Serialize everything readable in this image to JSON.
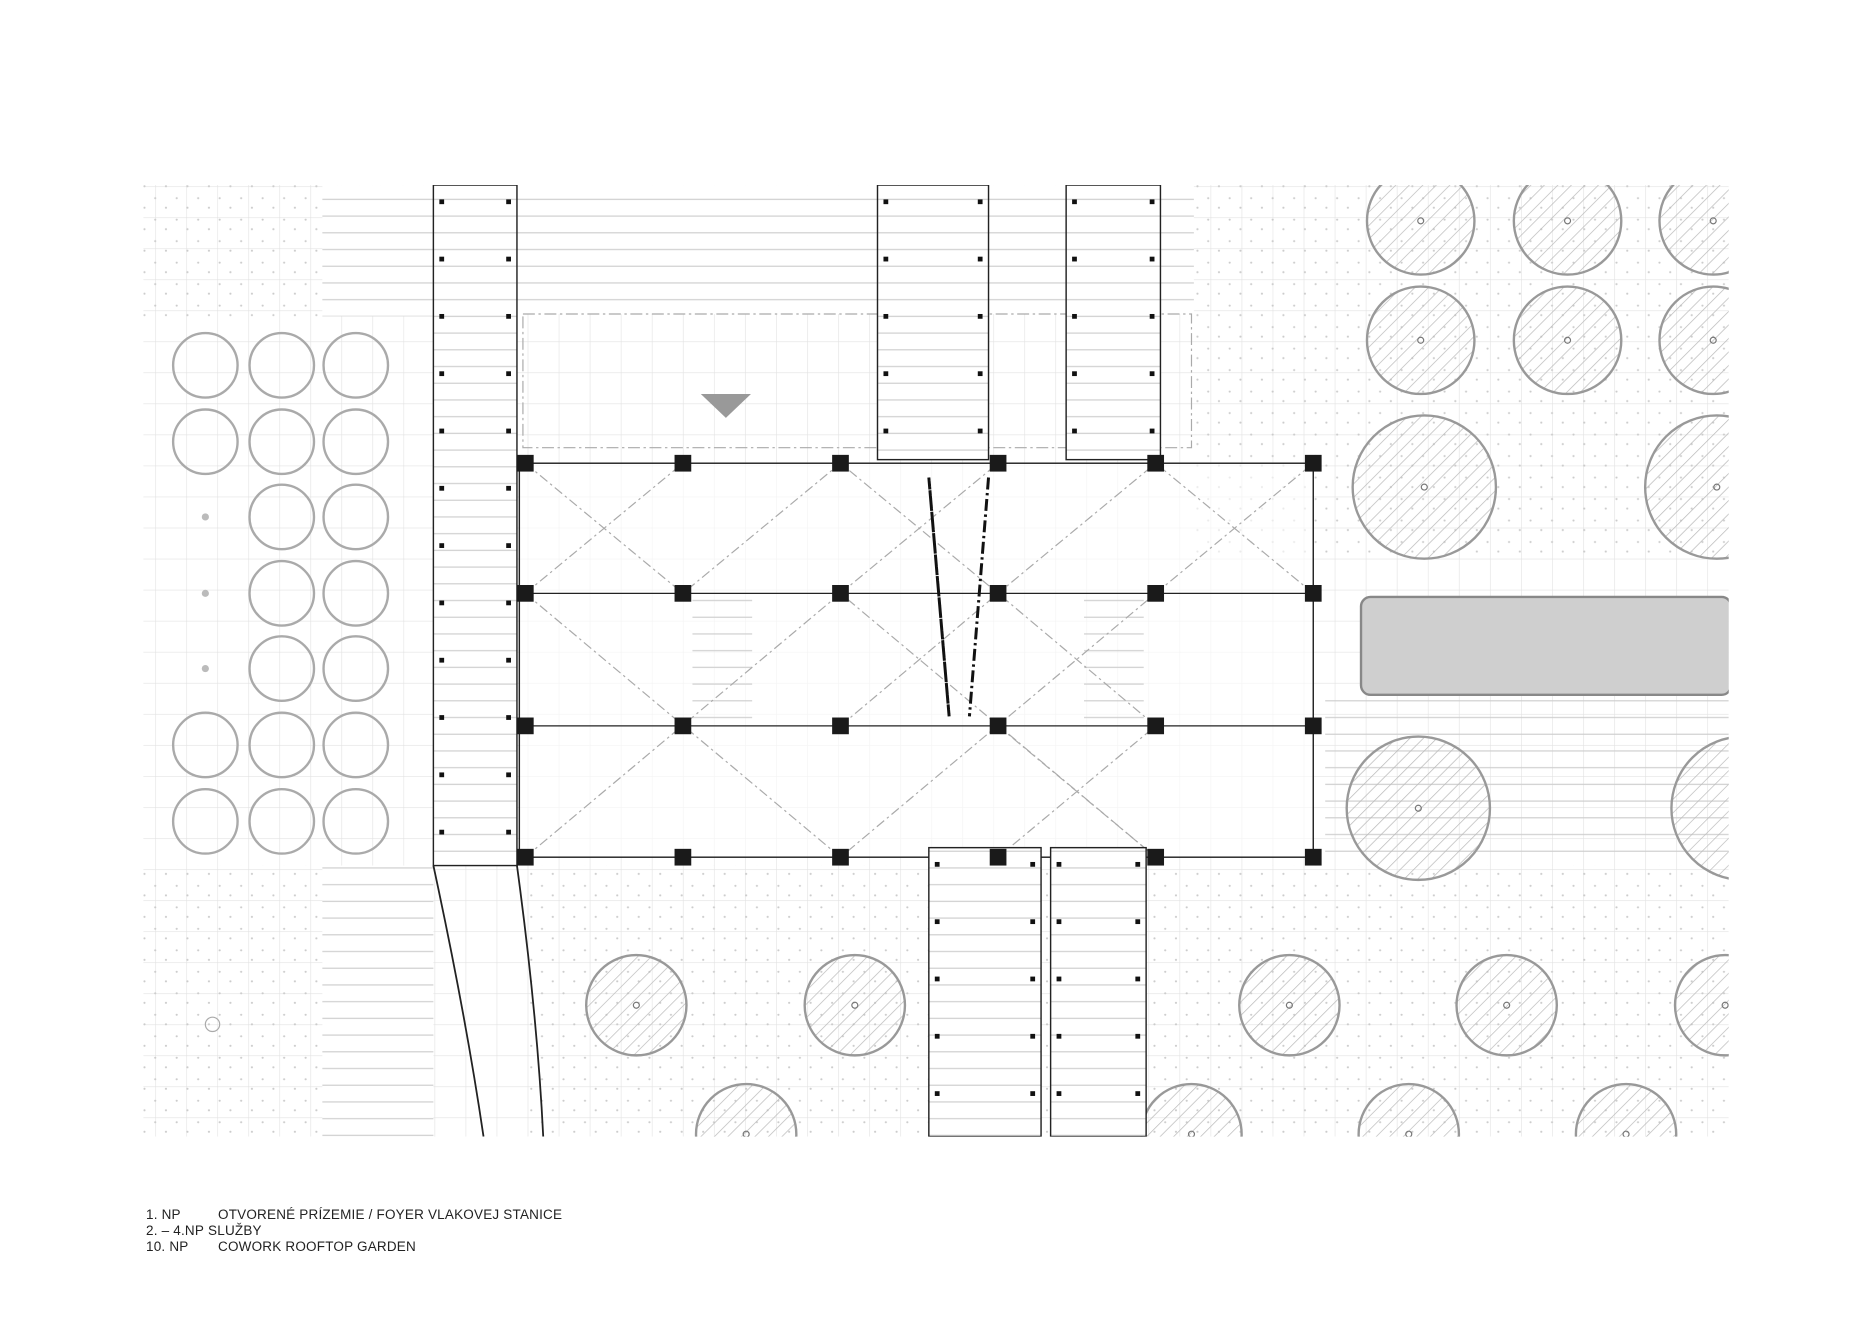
{
  "legend": [
    {
      "level": "1. NP",
      "description": "OTVORENÉ PRÍZEMIE / FOYER VLAKOVEJ STANICE"
    },
    {
      "level": "2. – 4.NP",
      "description": "SLUŽBY"
    },
    {
      "level": "10. NP",
      "description": "COWORK ROOFTOP GARDEN"
    }
  ],
  "colors": {
    "line": "#9a9a9a",
    "light": "#dcdcdc",
    "column": "#1a1a1a",
    "bar": "#cfcfcf"
  }
}
